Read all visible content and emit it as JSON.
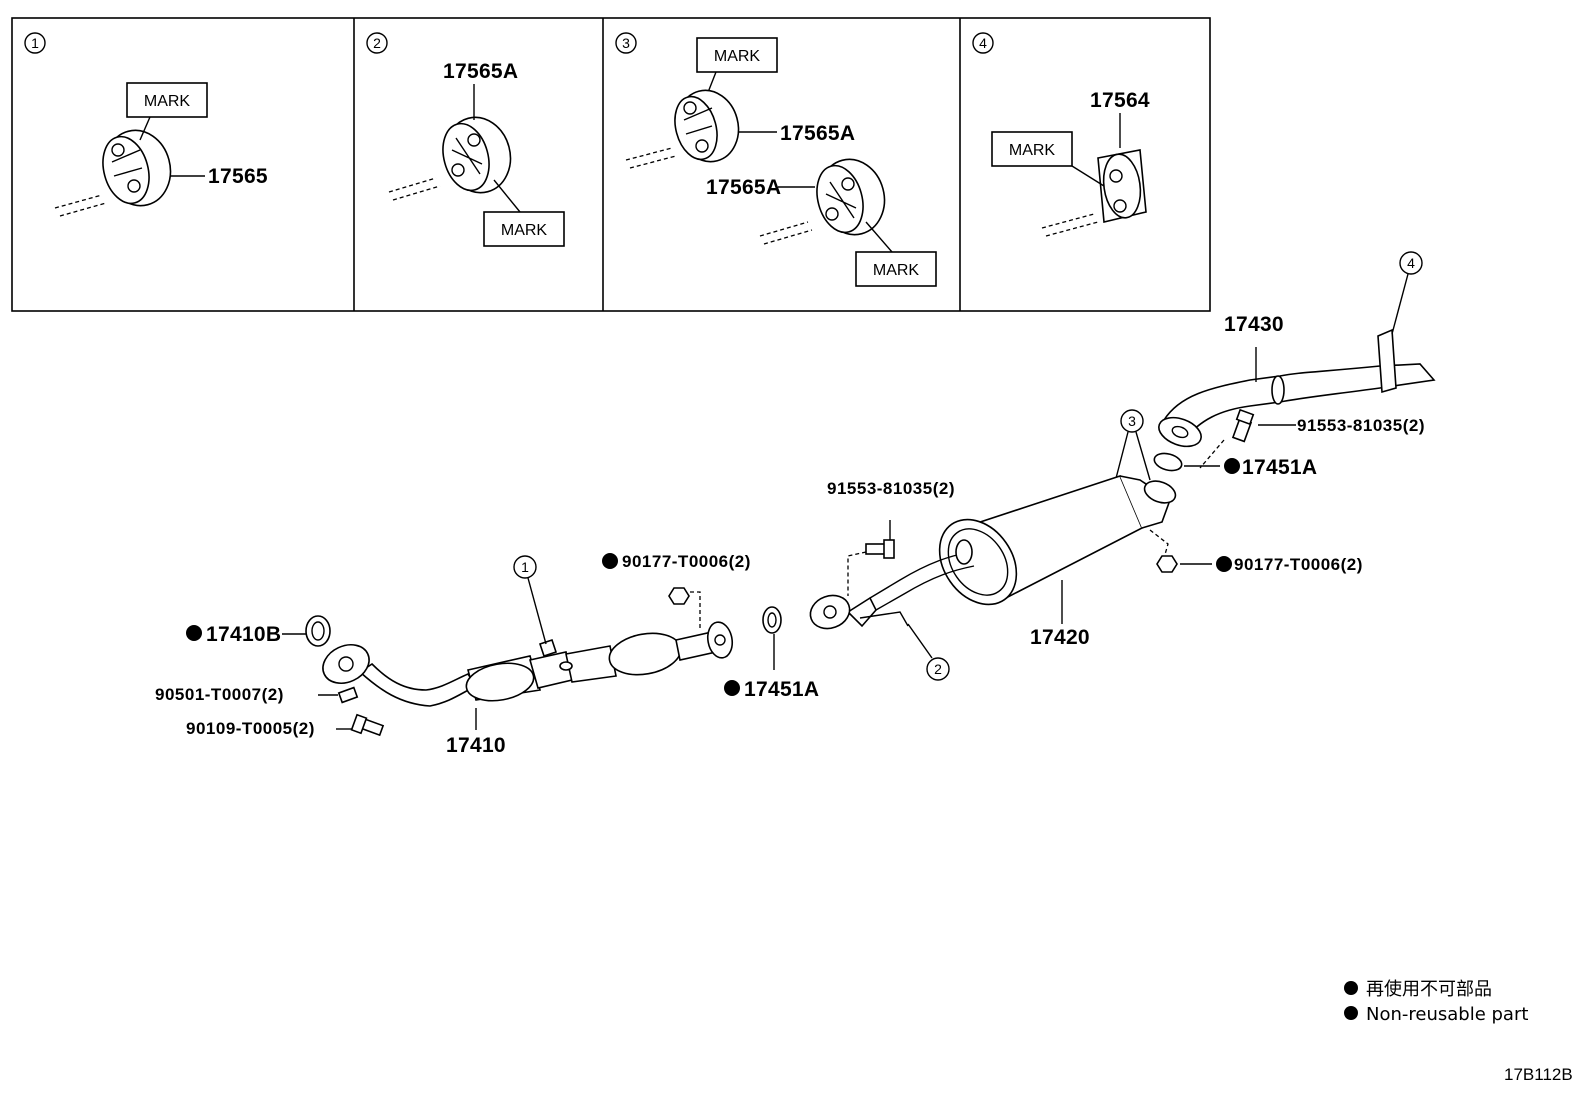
{
  "panels": [
    {
      "num": "1",
      "part": "17565",
      "mark": "MARK"
    },
    {
      "num": "2",
      "part": "17565A",
      "mark": "MARK"
    },
    {
      "num": "3",
      "part_a": "17565A",
      "part_b": "17565A",
      "mark_a": "MARK",
      "mark_b": "MARK"
    },
    {
      "num": "4",
      "part": "17564",
      "mark": "MARK"
    }
  ],
  "callouts": {
    "c1": "1",
    "c2": "2",
    "c3": "3",
    "c4": "4"
  },
  "parts": {
    "p17430": "17430",
    "p17420": "17420",
    "p17410": "17410",
    "p17410B": "17410B",
    "p17451A_front": "17451A",
    "p17451A_rear": "17451A",
    "p90177_front": "90177-T0006(2)",
    "p90177_rear": "90177-T0006(2)",
    "p91553_mid": "91553-81035(2)",
    "p91553_rear": "91553-81035(2)",
    "p90501": "90501-T0007(2)",
    "p90109": "90109-T0005(2)"
  },
  "legend": {
    "line1": "再使用不可部品",
    "line2": "Non-reusable part"
  },
  "diagram_code": "17B112B"
}
